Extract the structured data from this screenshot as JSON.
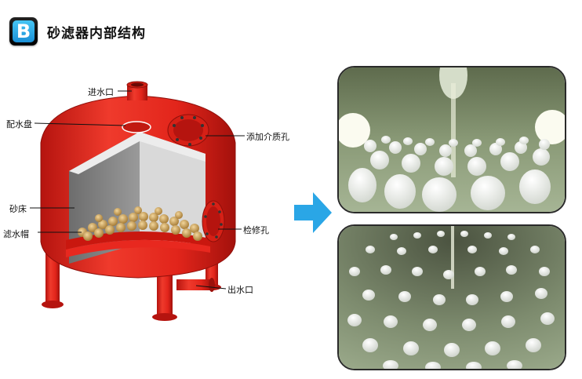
{
  "header": {
    "badge_letter": "B",
    "title": "砂滤器内部结构"
  },
  "labels": {
    "inlet": "进水口",
    "distributor": "配水盘",
    "media_port": "添加介质孔",
    "sand_bed": "砂床",
    "inspection_port": "检修孔",
    "nozzle": "滤水帽",
    "outlet": "出水口"
  },
  "colors": {
    "tank_red": "#e8281f",
    "arrow_blue": "#2aa6e6",
    "photo_green": "#7b8c6a"
  }
}
